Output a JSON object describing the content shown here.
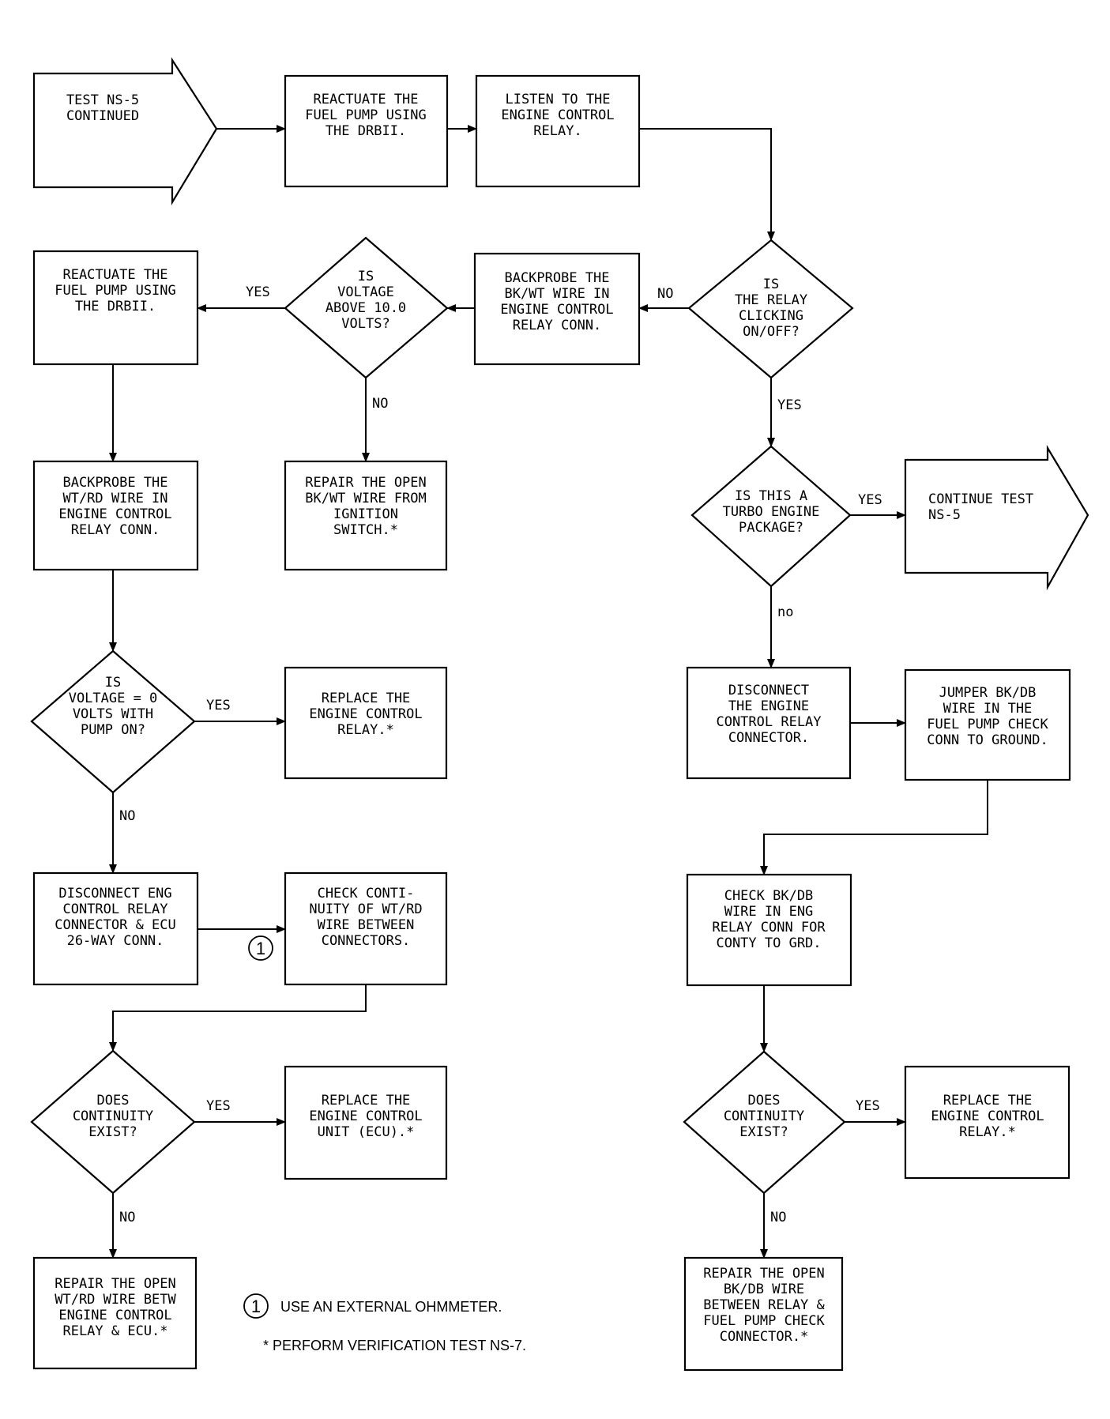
{
  "nodes": {
    "start_arrow": [
      "TEST NS-5",
      "CONTINUED"
    ],
    "reactuate_1": [
      "REACTUATE THE",
      "FUEL PUMP USING",
      "THE DRBII."
    ],
    "listen": [
      "LISTEN TO THE",
      "ENGINE CONTROL",
      "RELAY."
    ],
    "relay_clicking": [
      "IS",
      "THE RELAY",
      "CLICKING",
      "ON/OFF?"
    ],
    "backprobe_bkwt": [
      "BACKPROBE THE",
      "BK/WT WIRE IN",
      "ENGINE CONTROL",
      "RELAY CONN."
    ],
    "voltage_above": [
      "IS",
      "VOLTAGE",
      "ABOVE 10.0",
      "VOLTS?"
    ],
    "reactuate_2": [
      "REACTUATE THE",
      "FUEL PUMP USING",
      "THE DRBII."
    ],
    "repair_bkwt": [
      "REPAIR THE OPEN",
      "BK/WT WIRE FROM",
      "IGNITION",
      "SWITCH.*"
    ],
    "backprobe_wtrd": [
      "BACKPROBE THE",
      "WT/RD WIRE IN",
      "ENGINE CONTROL",
      "RELAY CONN."
    ],
    "voltage_zero": [
      "IS",
      "VOLTAGE = 0",
      "VOLTS WITH",
      "PUMP ON?"
    ],
    "replace_relay_1": [
      "REPLACE THE",
      "ENGINE CONTROL",
      "RELAY.*"
    ],
    "disconnect_eng_ecu": [
      "DISCONNECT ENG",
      "CONTROL RELAY",
      "CONNECTOR & ECU",
      "26-WAY CONN."
    ],
    "check_continuity_wtrd": [
      "CHECK CONTI-",
      "NUITY OF WT/RD",
      "WIRE BETWEEN",
      "CONNECTORS."
    ],
    "continuity_left": [
      "DOES",
      "CONTINUITY",
      "EXIST?"
    ],
    "replace_ecu": [
      "REPLACE THE",
      "ENGINE CONTROL",
      "UNIT (ECU).*"
    ],
    "repair_wtrd": [
      "REPAIR THE OPEN",
      "WT/RD WIRE BETW",
      "ENGINE CONTROL",
      "RELAY & ECU.*"
    ],
    "turbo": [
      "IS THIS A",
      "TURBO ENGINE",
      "PACKAGE?"
    ],
    "continue_arrow": [
      "CONTINUE TEST",
      "NS-5"
    ],
    "disconnect_relay": [
      "DISCONNECT",
      "THE ENGINE",
      "CONTROL RELAY",
      "CONNECTOR."
    ],
    "jumper": [
      "JUMPER BK/DB",
      "WIRE IN THE",
      "FUEL PUMP CHECK",
      "CONN TO GROUND."
    ],
    "check_bkdb": [
      "CHECK BK/DB",
      "WIRE IN ENG",
      "RELAY CONN FOR",
      "CONTY TO GRD."
    ],
    "continuity_right": [
      "DOES",
      "CONTINUITY",
      "EXIST?"
    ],
    "replace_relay_2": [
      "REPLACE THE",
      "ENGINE CONTROL",
      "RELAY.*"
    ],
    "repair_bkdb": [
      "REPAIR THE OPEN",
      "BK/DB WIRE",
      "BETWEEN RELAY &",
      "FUEL PUMP CHECK",
      "CONNECTOR.*"
    ]
  },
  "edge_labels": {
    "clicking_no": "NO",
    "clicking_yes": "YES",
    "above_yes": "YES",
    "above_no": "NO",
    "zero_yes": "YES",
    "zero_no": "NO",
    "cont_left_yes": "YES",
    "cont_left_no": "NO",
    "turbo_yes": "YES",
    "turbo_no": "no",
    "cont_right_yes": "YES",
    "cont_right_no": "NO"
  },
  "marker": "1",
  "notes": {
    "ohmmeter": "USE AN EXTERNAL OHMMETER.",
    "verification": "* PERFORM VERIFICATION TEST NS-7."
  }
}
